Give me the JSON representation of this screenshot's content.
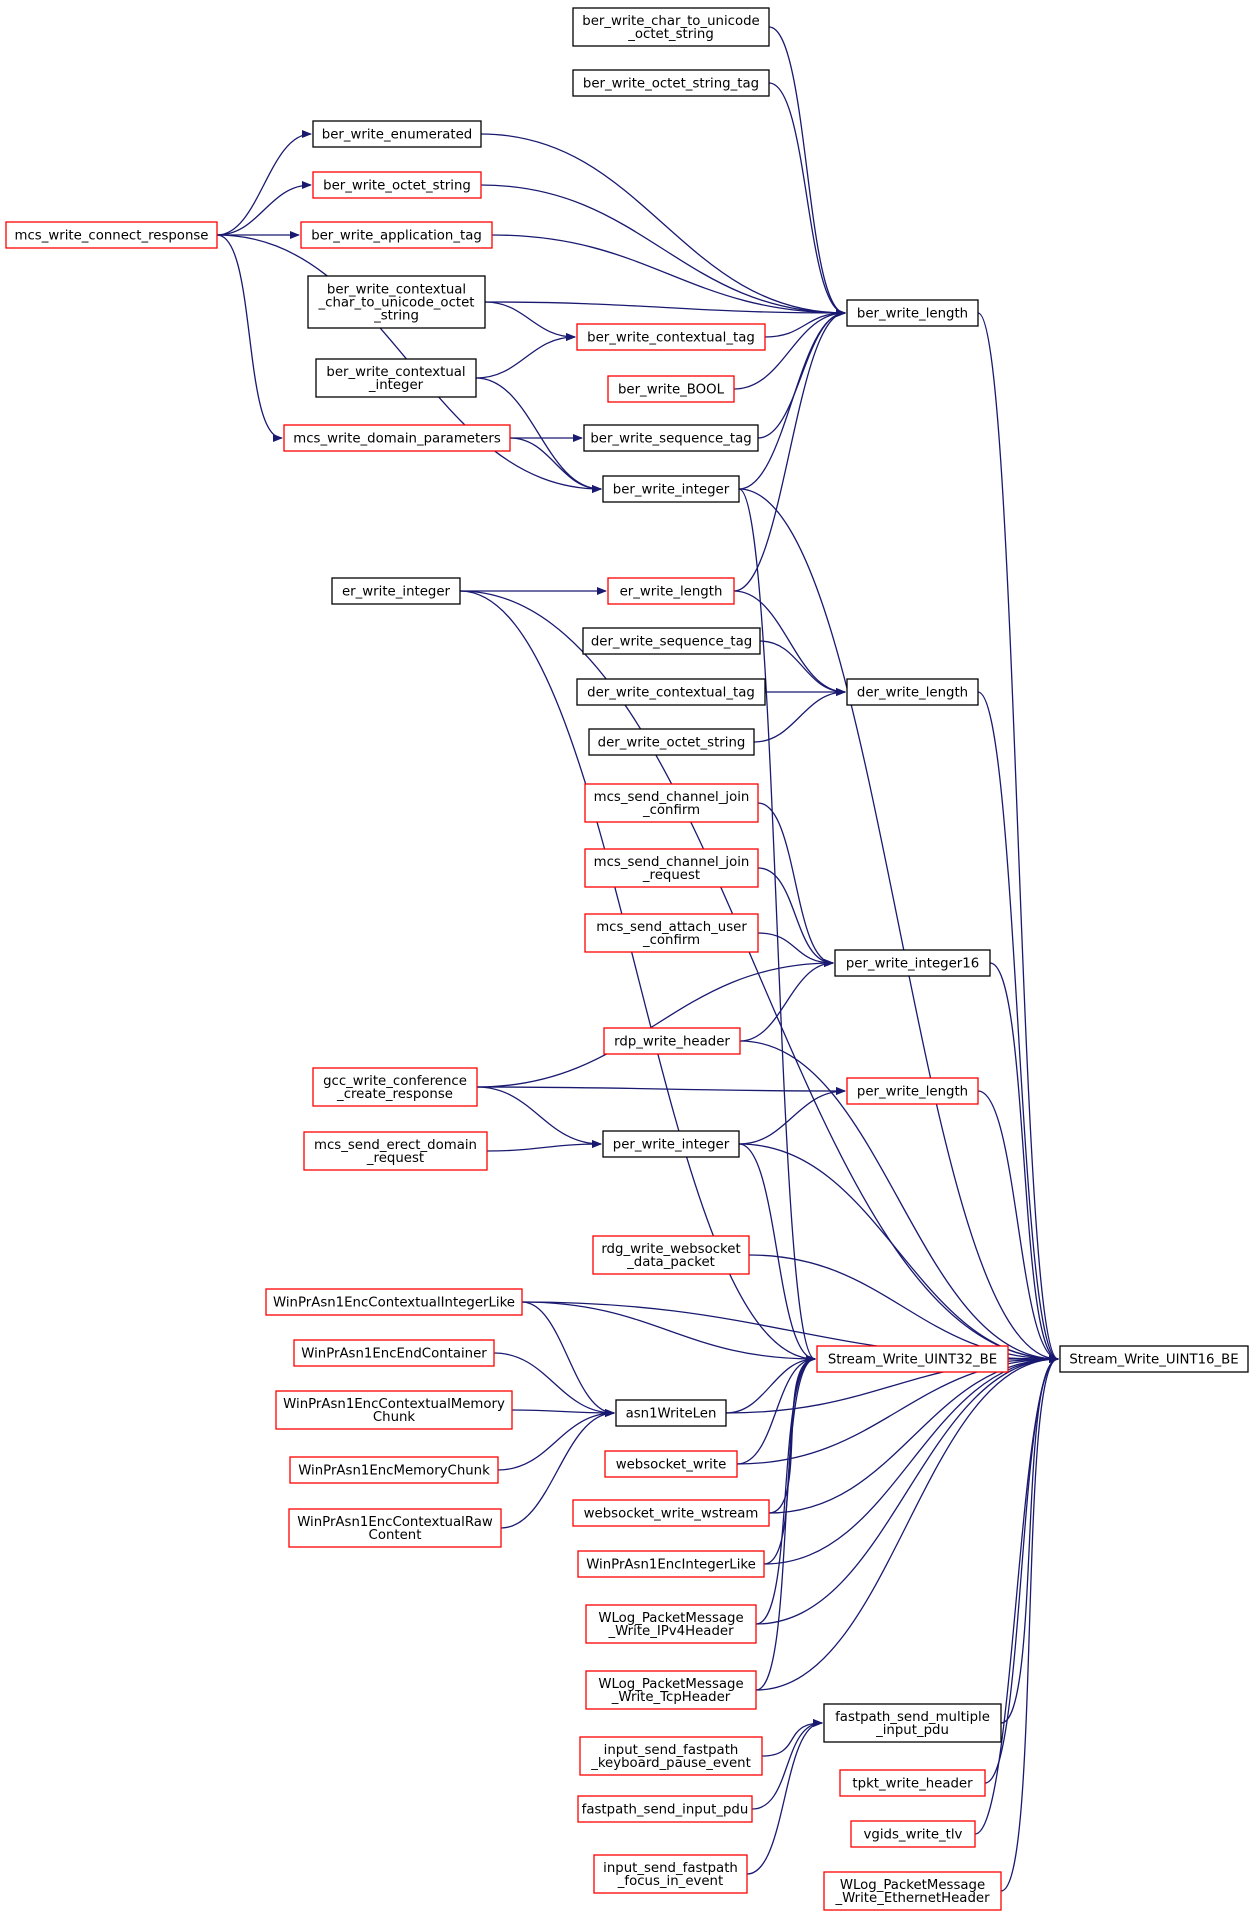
{
  "graph": {
    "colors": {
      "edge": "#191970",
      "node_border_black": "#000000",
      "node_border_red": "#ff0000",
      "root_fill": "#bfbfbf"
    },
    "root": "Stream_Write_UINT16_BE",
    "nodes": [
      {
        "id": "root",
        "lines": [
          "Stream_Write_UINT16_BE"
        ],
        "border": "black",
        "root": true
      },
      {
        "id": "ber_write_char_to_unicode_octet_string",
        "lines": [
          "ber_write_char_to_unicode",
          "_octet_string"
        ],
        "border": "black"
      },
      {
        "id": "ber_write_octet_string_tag",
        "lines": [
          "ber_write_octet_string_tag"
        ],
        "border": "black"
      },
      {
        "id": "ber_write_enumerated",
        "lines": [
          "ber_write_enumerated"
        ],
        "border": "black"
      },
      {
        "id": "ber_write_octet_string",
        "lines": [
          "ber_write_octet_string"
        ],
        "border": "red"
      },
      {
        "id": "mcs_write_connect_response",
        "lines": [
          "mcs_write_connect_response"
        ],
        "border": "red"
      },
      {
        "id": "ber_write_application_tag",
        "lines": [
          "ber_write_application_tag"
        ],
        "border": "red"
      },
      {
        "id": "ber_write_contextual_char_to_unicode_octet_string",
        "lines": [
          "ber_write_contextual",
          "_char_to_unicode_octet",
          "_string"
        ],
        "border": "black"
      },
      {
        "id": "ber_write_contextual_tag",
        "lines": [
          "ber_write_contextual_tag"
        ],
        "border": "red"
      },
      {
        "id": "ber_write_length",
        "lines": [
          "ber_write_length"
        ],
        "border": "black"
      },
      {
        "id": "ber_write_contextual_integer",
        "lines": [
          "ber_write_contextual",
          "_integer"
        ],
        "border": "black"
      },
      {
        "id": "ber_write_BOOL",
        "lines": [
          "ber_write_BOOL"
        ],
        "border": "red"
      },
      {
        "id": "mcs_write_domain_parameters",
        "lines": [
          "mcs_write_domain_parameters"
        ],
        "border": "red"
      },
      {
        "id": "ber_write_sequence_tag",
        "lines": [
          "ber_write_sequence_tag"
        ],
        "border": "black"
      },
      {
        "id": "ber_write_integer",
        "lines": [
          "ber_write_integer"
        ],
        "border": "black"
      },
      {
        "id": "er_write_integer",
        "lines": [
          "er_write_integer"
        ],
        "border": "black"
      },
      {
        "id": "er_write_length",
        "lines": [
          "er_write_length"
        ],
        "border": "red"
      },
      {
        "id": "der_write_sequence_tag",
        "lines": [
          "der_write_sequence_tag"
        ],
        "border": "black"
      },
      {
        "id": "der_write_contextual_tag",
        "lines": [
          "der_write_contextual_tag"
        ],
        "border": "black"
      },
      {
        "id": "der_write_length",
        "lines": [
          "der_write_length"
        ],
        "border": "black"
      },
      {
        "id": "der_write_octet_string",
        "lines": [
          "der_write_octet_string"
        ],
        "border": "black"
      },
      {
        "id": "mcs_send_channel_join_confirm",
        "lines": [
          "mcs_send_channel_join",
          "_confirm"
        ],
        "border": "red"
      },
      {
        "id": "mcs_send_channel_join_request",
        "lines": [
          "mcs_send_channel_join",
          "_request"
        ],
        "border": "red"
      },
      {
        "id": "mcs_send_attach_user_confirm",
        "lines": [
          "mcs_send_attach_user",
          "_confirm"
        ],
        "border": "red"
      },
      {
        "id": "per_write_integer16",
        "lines": [
          "per_write_integer16"
        ],
        "border": "black"
      },
      {
        "id": "rdp_write_header",
        "lines": [
          "rdp_write_header"
        ],
        "border": "red"
      },
      {
        "id": "gcc_write_conference_create_response",
        "lines": [
          "gcc_write_conference",
          "_create_response"
        ],
        "border": "red"
      },
      {
        "id": "per_write_length",
        "lines": [
          "per_write_length"
        ],
        "border": "red"
      },
      {
        "id": "mcs_send_erect_domain_request",
        "lines": [
          "mcs_send_erect_domain",
          "_request"
        ],
        "border": "red"
      },
      {
        "id": "per_write_integer",
        "lines": [
          "per_write_integer"
        ],
        "border": "black"
      },
      {
        "id": "rdg_write_websocket_data_packet",
        "lines": [
          "rdg_write_websocket",
          "_data_packet"
        ],
        "border": "red"
      },
      {
        "id": "WinPrAsn1EncContextualIntegerLike",
        "lines": [
          "WinPrAsn1EncContextualIntegerLike"
        ],
        "border": "red"
      },
      {
        "id": "WinPrAsn1EncEndContainer",
        "lines": [
          "WinPrAsn1EncEndContainer"
        ],
        "border": "red"
      },
      {
        "id": "Stream_Write_UINT32_BE",
        "lines": [
          "Stream_Write_UINT32_BE"
        ],
        "border": "red"
      },
      {
        "id": "WinPrAsn1EncContextualMemoryChunk",
        "lines": [
          "WinPrAsn1EncContextualMemory",
          "Chunk"
        ],
        "border": "red"
      },
      {
        "id": "asn1WriteLen",
        "lines": [
          "asn1WriteLen"
        ],
        "border": "black"
      },
      {
        "id": "WinPrAsn1EncMemoryChunk",
        "lines": [
          "WinPrAsn1EncMemoryChunk"
        ],
        "border": "red"
      },
      {
        "id": "websocket_write",
        "lines": [
          "websocket_write"
        ],
        "border": "red"
      },
      {
        "id": "WinPrAsn1EncContextualRawContent",
        "lines": [
          "WinPrAsn1EncContextualRaw",
          "Content"
        ],
        "border": "red"
      },
      {
        "id": "websocket_write_wstream",
        "lines": [
          "websocket_write_wstream"
        ],
        "border": "red"
      },
      {
        "id": "WinPrAsn1EncIntegerLike",
        "lines": [
          "WinPrAsn1EncIntegerLike"
        ],
        "border": "red"
      },
      {
        "id": "WLog_PacketMessage_Write_IPv4Header",
        "lines": [
          "WLog_PacketMessage",
          "_Write_IPv4Header"
        ],
        "border": "red"
      },
      {
        "id": "WLog_PacketMessage_Write_TcpHeader",
        "lines": [
          "WLog_PacketMessage",
          "_Write_TcpHeader"
        ],
        "border": "red"
      },
      {
        "id": "fastpath_send_multiple_input_pdu",
        "lines": [
          "fastpath_send_multiple",
          "_input_pdu"
        ],
        "border": "black"
      },
      {
        "id": "input_send_fastpath_keyboard_pause_event",
        "lines": [
          "input_send_fastpath",
          "_keyboard_pause_event"
        ],
        "border": "red"
      },
      {
        "id": "tpkt_write_header",
        "lines": [
          "tpkt_write_header"
        ],
        "border": "red"
      },
      {
        "id": "fastpath_send_input_pdu",
        "lines": [
          "fastpath_send_input_pdu"
        ],
        "border": "red"
      },
      {
        "id": "vgids_write_tlv",
        "lines": [
          "vgids_write_tlv"
        ],
        "border": "red"
      },
      {
        "id": "input_send_fastpath_focus_in_event",
        "lines": [
          "input_send_fastpath",
          "_focus_in_event"
        ],
        "border": "red"
      },
      {
        "id": "WLog_PacketMessage_Write_EthernetHeader",
        "lines": [
          "WLog_PacketMessage",
          "_Write_EthernetHeader"
        ],
        "border": "red"
      }
    ],
    "edges": [
      [
        "ber_write_char_to_unicode_octet_string",
        "ber_write_length"
      ],
      [
        "ber_write_octet_string_tag",
        "ber_write_length"
      ],
      [
        "ber_write_enumerated",
        "ber_write_length"
      ],
      [
        "ber_write_octet_string",
        "ber_write_length"
      ],
      [
        "ber_write_application_tag",
        "ber_write_length"
      ],
      [
        "ber_write_contextual_char_to_unicode_octet_string",
        "ber_write_length"
      ],
      [
        "ber_write_contextual_tag",
        "ber_write_length"
      ],
      [
        "ber_write_BOOL",
        "ber_write_length"
      ],
      [
        "ber_write_sequence_tag",
        "ber_write_length"
      ],
      [
        "ber_write_integer",
        "ber_write_length"
      ],
      [
        "er_write_length",
        "ber_write_length"
      ],
      [
        "mcs_write_connect_response",
        "ber_write_enumerated"
      ],
      [
        "mcs_write_connect_response",
        "ber_write_octet_string"
      ],
      [
        "mcs_write_connect_response",
        "ber_write_application_tag"
      ],
      [
        "mcs_write_connect_response",
        "mcs_write_domain_parameters"
      ],
      [
        "mcs_write_connect_response",
        "ber_write_integer"
      ],
      [
        "ber_write_contextual_char_to_unicode_octet_string",
        "ber_write_contextual_tag"
      ],
      [
        "ber_write_contextual_integer",
        "ber_write_contextual_tag"
      ],
      [
        "ber_write_contextual_integer",
        "ber_write_integer"
      ],
      [
        "mcs_write_domain_parameters",
        "ber_write_sequence_tag"
      ],
      [
        "mcs_write_domain_parameters",
        "ber_write_integer"
      ],
      [
        "er_write_integer",
        "er_write_length"
      ],
      [
        "er_write_length",
        "der_write_length"
      ],
      [
        "der_write_sequence_tag",
        "der_write_length"
      ],
      [
        "der_write_contextual_tag",
        "der_write_length"
      ],
      [
        "der_write_octet_string",
        "der_write_length"
      ],
      [
        "mcs_send_channel_join_confirm",
        "per_write_integer16"
      ],
      [
        "mcs_send_channel_join_request",
        "per_write_integer16"
      ],
      [
        "mcs_send_attach_user_confirm",
        "per_write_integer16"
      ],
      [
        "rdp_write_header",
        "per_write_integer16"
      ],
      [
        "gcc_write_conference_create_response",
        "per_write_integer16"
      ],
      [
        "gcc_write_conference_create_response",
        "per_write_length"
      ],
      [
        "gcc_write_conference_create_response",
        "per_write_integer"
      ],
      [
        "mcs_send_erect_domain_request",
        "per_write_integer"
      ],
      [
        "per_write_integer",
        "per_write_length"
      ],
      [
        "ber_write_integer",
        "Stream_Write_UINT32_BE"
      ],
      [
        "er_write_integer",
        "Stream_Write_UINT32_BE"
      ],
      [
        "per_write_integer",
        "Stream_Write_UINT32_BE"
      ],
      [
        "WinPrAsn1EncContextualIntegerLike",
        "Stream_Write_UINT32_BE"
      ],
      [
        "asn1WriteLen",
        "Stream_Write_UINT32_BE"
      ],
      [
        "websocket_write",
        "Stream_Write_UINT32_BE"
      ],
      [
        "websocket_write_wstream",
        "Stream_Write_UINT32_BE"
      ],
      [
        "WinPrAsn1EncIntegerLike",
        "Stream_Write_UINT32_BE"
      ],
      [
        "WLog_PacketMessage_Write_IPv4Header",
        "Stream_Write_UINT32_BE"
      ],
      [
        "WLog_PacketMessage_Write_TcpHeader",
        "Stream_Write_UINT32_BE"
      ],
      [
        "WinPrAsn1EncContextualIntegerLike",
        "asn1WriteLen"
      ],
      [
        "WinPrAsn1EncEndContainer",
        "asn1WriteLen"
      ],
      [
        "WinPrAsn1EncContextualMemoryChunk",
        "asn1WriteLen"
      ],
      [
        "WinPrAsn1EncMemoryChunk",
        "asn1WriteLen"
      ],
      [
        "WinPrAsn1EncContextualRawContent",
        "asn1WriteLen"
      ],
      [
        "input_send_fastpath_keyboard_pause_event",
        "fastpath_send_multiple_input_pdu"
      ],
      [
        "fastpath_send_input_pdu",
        "fastpath_send_multiple_input_pdu"
      ],
      [
        "input_send_fastpath_focus_in_event",
        "fastpath_send_multiple_input_pdu"
      ],
      [
        "ber_write_length",
        "root"
      ],
      [
        "ber_write_integer",
        "root"
      ],
      [
        "er_write_integer",
        "root"
      ],
      [
        "der_write_length",
        "root"
      ],
      [
        "per_write_integer16",
        "root"
      ],
      [
        "rdp_write_header",
        "root"
      ],
      [
        "per_write_length",
        "root"
      ],
      [
        "per_write_integer",
        "root"
      ],
      [
        "WinPrAsn1EncContextualIntegerLike",
        "root"
      ],
      [
        "rdg_write_websocket_data_packet",
        "root"
      ],
      [
        "Stream_Write_UINT32_BE",
        "root"
      ],
      [
        "asn1WriteLen",
        "root"
      ],
      [
        "websocket_write",
        "root"
      ],
      [
        "websocket_write_wstream",
        "root"
      ],
      [
        "WinPrAsn1EncIntegerLike",
        "root"
      ],
      [
        "WLog_PacketMessage_Write_IPv4Header",
        "root"
      ],
      [
        "WLog_PacketMessage_Write_TcpHeader",
        "root"
      ],
      [
        "fastpath_send_multiple_input_pdu",
        "root"
      ],
      [
        "tpkt_write_header",
        "root"
      ],
      [
        "vgids_write_tlv",
        "root"
      ],
      [
        "WLog_PacketMessage_Write_EthernetHeader",
        "root"
      ]
    ]
  }
}
